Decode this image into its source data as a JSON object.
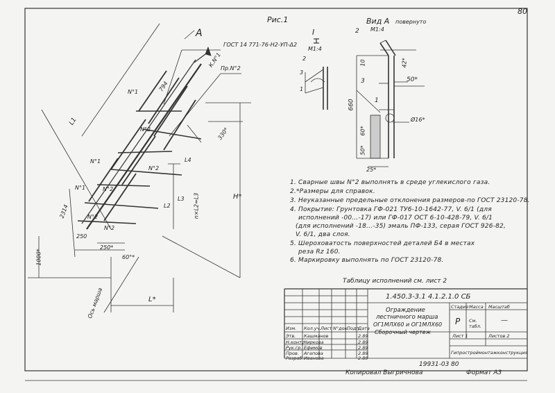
{
  "page_number": "80",
  "figure": {
    "title": "Рис.1",
    "view_title": "Вид А",
    "view_note": "повернуто",
    "view_scale": "М1:4",
    "section_mark": "I",
    "section_scale": "М1:4",
    "arrow_mark": "А",
    "gost_weld": "ГОСТ 14 771-76-Н2-УП-Δ2",
    "weld_labels": [
      "К.N°1",
      "Пр.N°2"
    ],
    "weld_marks": [
      "N°1",
      "N°1",
      "N°1",
      "N°2",
      "N°2",
      "N°2",
      "N°2",
      "N°2"
    ],
    "dims": [
      "794",
      "330*",
      "2314",
      "250",
      "250*",
      "1000*",
      "60°*",
      "L*",
      "H*",
      "L1",
      "L2",
      "L3",
      "L4",
      "n×L2=L3"
    ],
    "view_dims": [
      "10",
      "42*",
      "50*",
      "660",
      "60*",
      "50*",
      "25*",
      "Ø16*",
      "2",
      "3",
      "1",
      "2",
      "3",
      "1"
    ],
    "axis_label": "Ось марша"
  },
  "notes": [
    "1. Сварные швы N°2 выполнять в среде углекислого газа.",
    "2.*Размеры для справок.",
    "3. Неуказанные предельные отклонения размеров-по ГОСТ 23120-78.",
    "4. Покрытие: Грунтовка ГФ-021 ТУ6-10-1642-77, V. 6/1 (для",
    "исполнений -00...-17) или ГФ-017 ОСТ 6-10-428-79, V. 6/1",
    "(для исполнений -18...-35) эмаль ПФ-133, серая ГОСТ 926-82,",
    "V. 6/1, два слоя.",
    "5. Шероховатость поверхностей деталей Б4 в местах",
    "реза Rz 160.",
    "6. Маркировку выполнять по ГОСТ 23120-78."
  ],
  "table_ref": "Таблицу исполнений см. лист 2",
  "title_block": {
    "doc_code": "1.450.3-3.1 4.1.2.1.0 СБ",
    "name_lines": [
      "Ограждение",
      "лестничного марша",
      "ОГ1МЛХ60 и ОГ1МЛХ60",
      "Сборочный чертеж"
    ],
    "stage_header": "Стадия",
    "mass_header": "Масса",
    "scale_header": "Масштаб",
    "stage": "Р",
    "mass": "См. табл.",
    "scale": "—",
    "sheet": "Лист 1",
    "sheets": "Листов 2",
    "org": "Гипростроймонтажконструкция",
    "header_cells": [
      "Изм.",
      "Кол.уч.",
      "Лист",
      "N°док.",
      "Подп.",
      "Дата"
    ],
    "roles": [
      {
        "role": "Этв.",
        "name": "Кашманов",
        "date": "2.89"
      },
      {
        "role": "Н.контр.",
        "name": "Чиркова",
        "date": "2.89"
      },
      {
        "role": "Рук.гр.",
        "name": "Ефимов",
        "date": "2.89"
      },
      {
        "role": "Пров.",
        "name": "Агапова",
        "date": "2.89"
      },
      {
        "role": "Разраб.",
        "name": "Иванова",
        "date": "2.89"
      }
    ]
  },
  "footer": {
    "inv": "19931-03",
    "sheet_no": "80",
    "copied": "Копировал Выгричнова",
    "format": "Формат А3"
  }
}
